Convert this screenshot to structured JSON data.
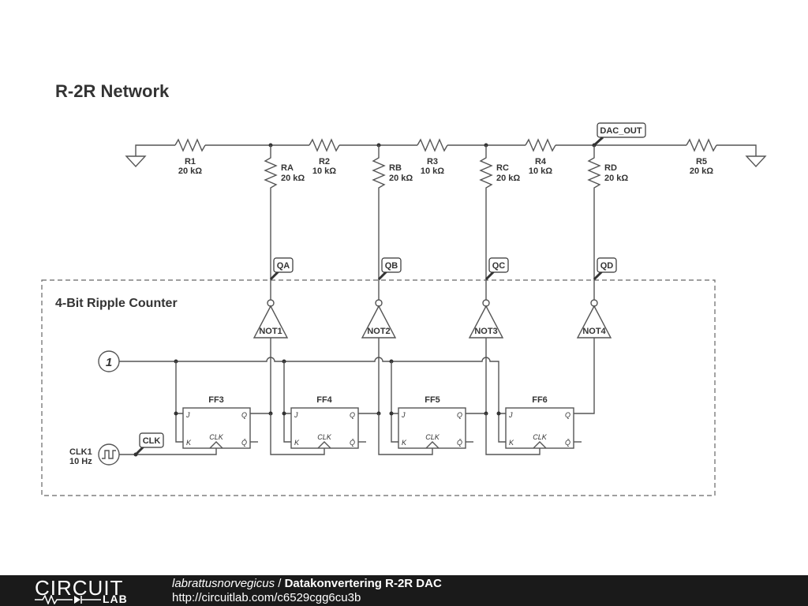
{
  "diagram": {
    "title": "R-2R Network",
    "counter_title": "4-Bit Ripple Counter",
    "resistors": [
      {
        "name": "R1",
        "value": "20 kΩ"
      },
      {
        "name": "R2",
        "value": "10 kΩ"
      },
      {
        "name": "R3",
        "value": "10 kΩ"
      },
      {
        "name": "R4",
        "value": "10 kΩ"
      },
      {
        "name": "R5",
        "value": "20 kΩ"
      },
      {
        "name": "RA",
        "value": "20 kΩ"
      },
      {
        "name": "RB",
        "value": "20 kΩ"
      },
      {
        "name": "RC",
        "value": "20 kΩ"
      },
      {
        "name": "RD",
        "value": "20 kΩ"
      }
    ],
    "net_labels": [
      "DAC_OUT",
      "QA",
      "QB",
      "QC",
      "QD",
      "CLK"
    ],
    "inverters": [
      "NOT1",
      "NOT2",
      "NOT3",
      "NOT4"
    ],
    "flipflops": [
      {
        "name": "FF3",
        "j": "J",
        "k": "K",
        "q": "Q",
        "qbar": "Q̄",
        "clk": "CLK"
      },
      {
        "name": "FF4",
        "j": "J",
        "k": "K",
        "q": "Q",
        "qbar": "Q̄",
        "clk": "CLK"
      },
      {
        "name": "FF5",
        "j": "J",
        "k": "K",
        "q": "Q",
        "qbar": "Q̄",
        "clk": "CLK"
      },
      {
        "name": "FF6",
        "j": "J",
        "k": "K",
        "q": "Q",
        "qbar": "Q̄",
        "clk": "CLK"
      }
    ],
    "constant_source": "1",
    "clock": {
      "name": "CLK1",
      "freq": "10 Hz"
    }
  },
  "footer": {
    "logo_top": "CIRCUIT",
    "logo_bottom": "LAB",
    "author": "labrattusnorvegicus",
    "separator": " / ",
    "circuit_title": "Datakonvertering R-2R DAC",
    "url": "http://circuitlab.com/c6529cgg6cu3b"
  },
  "colors": {
    "wire": "#555555",
    "footer_bg": "#1a1a1a",
    "text": "#333333"
  }
}
